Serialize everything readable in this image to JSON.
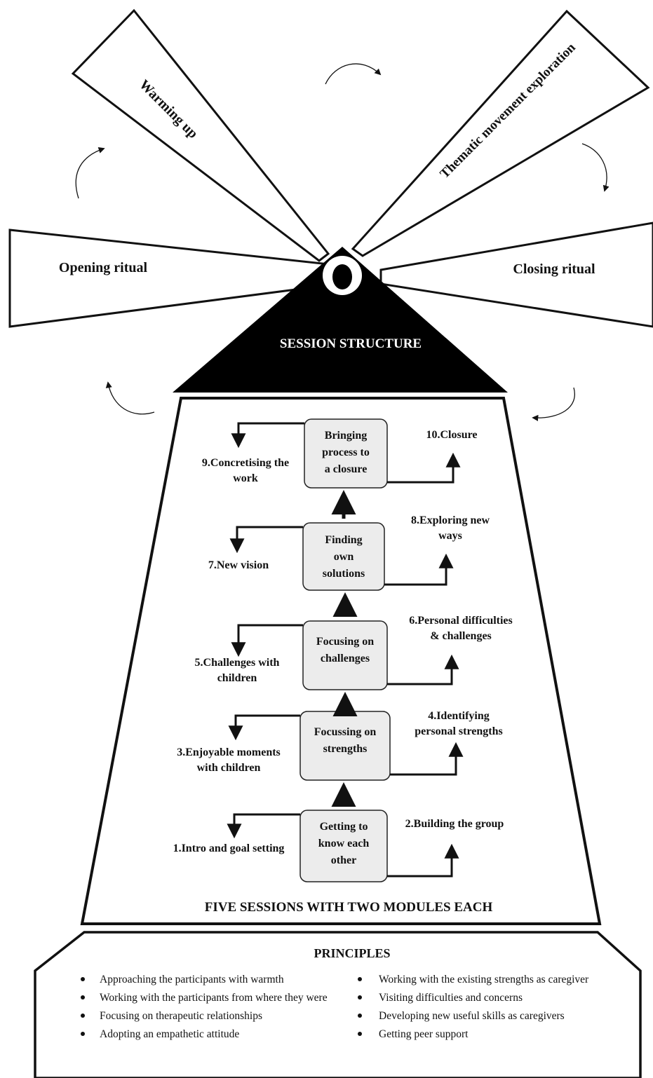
{
  "blades": {
    "opening": "Opening ritual",
    "warming": "Warming up",
    "thematic": "Thematic movement exploration",
    "closing": "Closing ritual"
  },
  "hub_label": "SESSION STRUCTURE",
  "sessions": [
    {
      "center": [
        "Getting to",
        "know each",
        "other"
      ],
      "left": [
        "1.Intro and goal setting"
      ],
      "right": [
        "2.Building the group"
      ]
    },
    {
      "center": [
        "Focussing on",
        "strengths"
      ],
      "left": [
        "3.Enjoyable moments",
        "with children"
      ],
      "right": [
        "4.Identifying",
        "personal strengths"
      ]
    },
    {
      "center": [
        "Focusing on",
        "challenges"
      ],
      "left": [
        "5.Challenges with",
        "children"
      ],
      "right": [
        "6.Personal difficulties",
        "& challenges"
      ]
    },
    {
      "center": [
        "Finding",
        "own",
        "solutions"
      ],
      "left": [
        "7.New vision"
      ],
      "right": [
        "8.Exploring new",
        "ways"
      ]
    },
    {
      "center": [
        "Bringing",
        "process to",
        "a closure"
      ],
      "left": [
        "9.Concretising the",
        "work"
      ],
      "right": [
        "10.Closure"
      ]
    }
  ],
  "tower_caption": "FIVE SESSIONS WITH TWO MODULES EACH",
  "principles": {
    "title": "PRINCIPLES",
    "left": [
      "Approaching the participants with warmth",
      "Working with the participants from where they were",
      "Focusing on therapeutic relationships",
      "Adopting an empathetic attitude"
    ],
    "right": [
      "Working with the existing strengths as caregiver",
      "Visiting difficulties and concerns",
      "Developing new useful skills as caregivers",
      "Getting peer support"
    ]
  }
}
